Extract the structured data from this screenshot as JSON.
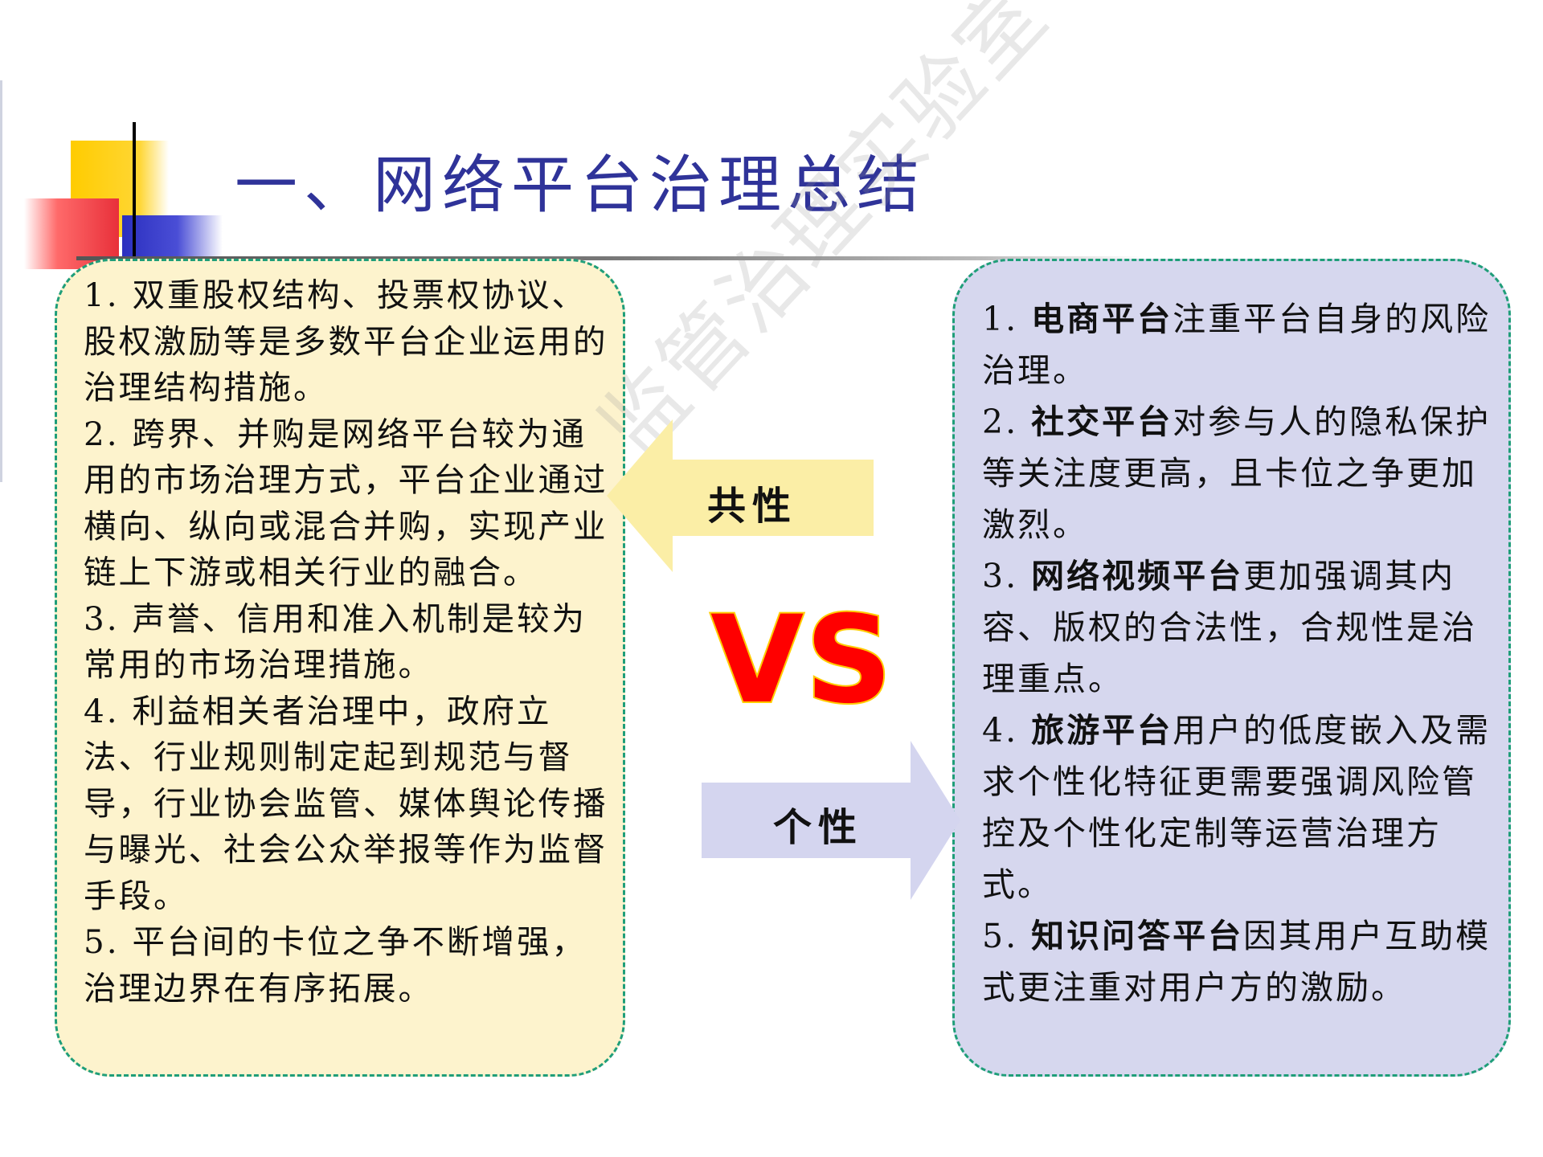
{
  "slide": {
    "title": "一、网络平台治理总结",
    "watermark": "监管治理实验室",
    "colors": {
      "title": "#2f3399",
      "left_panel_fill": "#fdf3cd",
      "right_panel_fill": "#d6d7ee",
      "panel_border": "#1f9e79",
      "vs": "#ff0000",
      "vs_outline": "#ffcc00",
      "arrow_common": "#fbeea6",
      "arrow_individual": "#d4d5ef"
    }
  },
  "left_panel": {
    "items": [
      "1. 双重股权结构、投票权协议、股权激励等是多数平台企业运用的治理结构措施。",
      "2. 跨界、并购是网络平台较为通用的市场治理方式，平台企业通过横向、纵向或混合并购，实现产业链上下游或相关行业的融合。",
      "3. 声誉、信用和准入机制是较为常用的市场治理措施。",
      "4. 利益相关者治理中，政府立法、行业规则制定起到规范与督导，行业协会监管、媒体舆论传播与曝光、社会公众举报等作为监督手段。",
      "5. 平台间的卡位之争不断增强，治理边界在有序拓展。"
    ]
  },
  "right_panel": {
    "items": [
      {
        "num": "1. ",
        "bold": "电商平台",
        "rest": "注重平台自身的风险治理。"
      },
      {
        "num": "2. ",
        "bold": "社交平台",
        "rest": "对参与人的隐私保护等关注度更高，且卡位之争更加激烈。"
      },
      {
        "num": "3. ",
        "bold": "网络视频平台",
        "rest": "更加强调其内容、版权的合法性，合规性是治理重点。"
      },
      {
        "num": "4. ",
        "bold": "旅游平台",
        "rest": "用户的低度嵌入及需求个性化特征更需要强调风险管控及个性化定制等运营治理方式。"
      },
      {
        "num": "5. ",
        "bold": "知识问答平台",
        "rest": "因其用户互助模式更注重对用户方的激励。"
      }
    ]
  },
  "center": {
    "common_label": "共性",
    "individual_label": "个性",
    "vs_label": "VS"
  }
}
